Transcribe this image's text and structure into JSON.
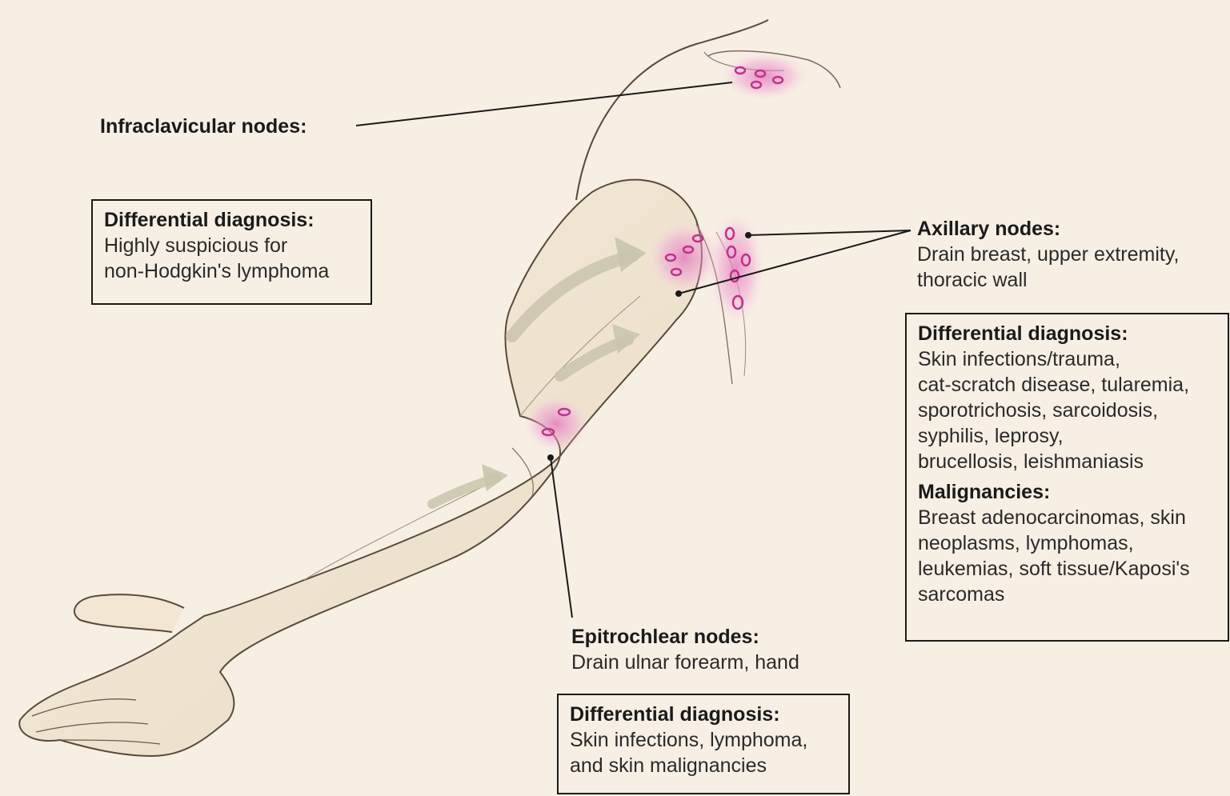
{
  "infraclavicular": {
    "title": "Infraclavicular nodes:",
    "dd_title": "Differential diagnosis:",
    "dd_lines": [
      "Highly suspicious for",
      "non-Hodgkin's lymphoma"
    ]
  },
  "axillary": {
    "title": "Axillary nodes:",
    "desc_lines": [
      "Drain breast, upper extremity,",
      "thoracic wall"
    ],
    "dd_title": "Differential diagnosis:",
    "dd_lines": [
      "Skin infections/trauma,",
      "cat-scratch disease, tularemia,",
      "sporotrichosis, sarcoidosis,",
      "syphilis, leprosy,",
      "brucellosis, leishmaniasis"
    ],
    "malignancies_title": "Malignancies:",
    "malignancies_lines": [
      "Breast adenocarcinomas, skin",
      "neoplasms, lymphomas,",
      "leukemias, soft tissue/Kaposi's",
      "sarcomas"
    ]
  },
  "epitrochlear": {
    "title": "Epitrochlear nodes:",
    "desc": "Drain ulnar forearm, hand",
    "dd_title": "Differential diagnosis:",
    "dd_lines": [
      "Skin infections, lymphoma,",
      "and skin malignancies"
    ]
  },
  "colors": {
    "background": "#f7efe3",
    "node_fill": "#e070b8",
    "node_glow": "#f0a8d8",
    "skin": "#f3e6d2",
    "outline": "#5a4a3a",
    "arrow": "#c9c4ac"
  }
}
